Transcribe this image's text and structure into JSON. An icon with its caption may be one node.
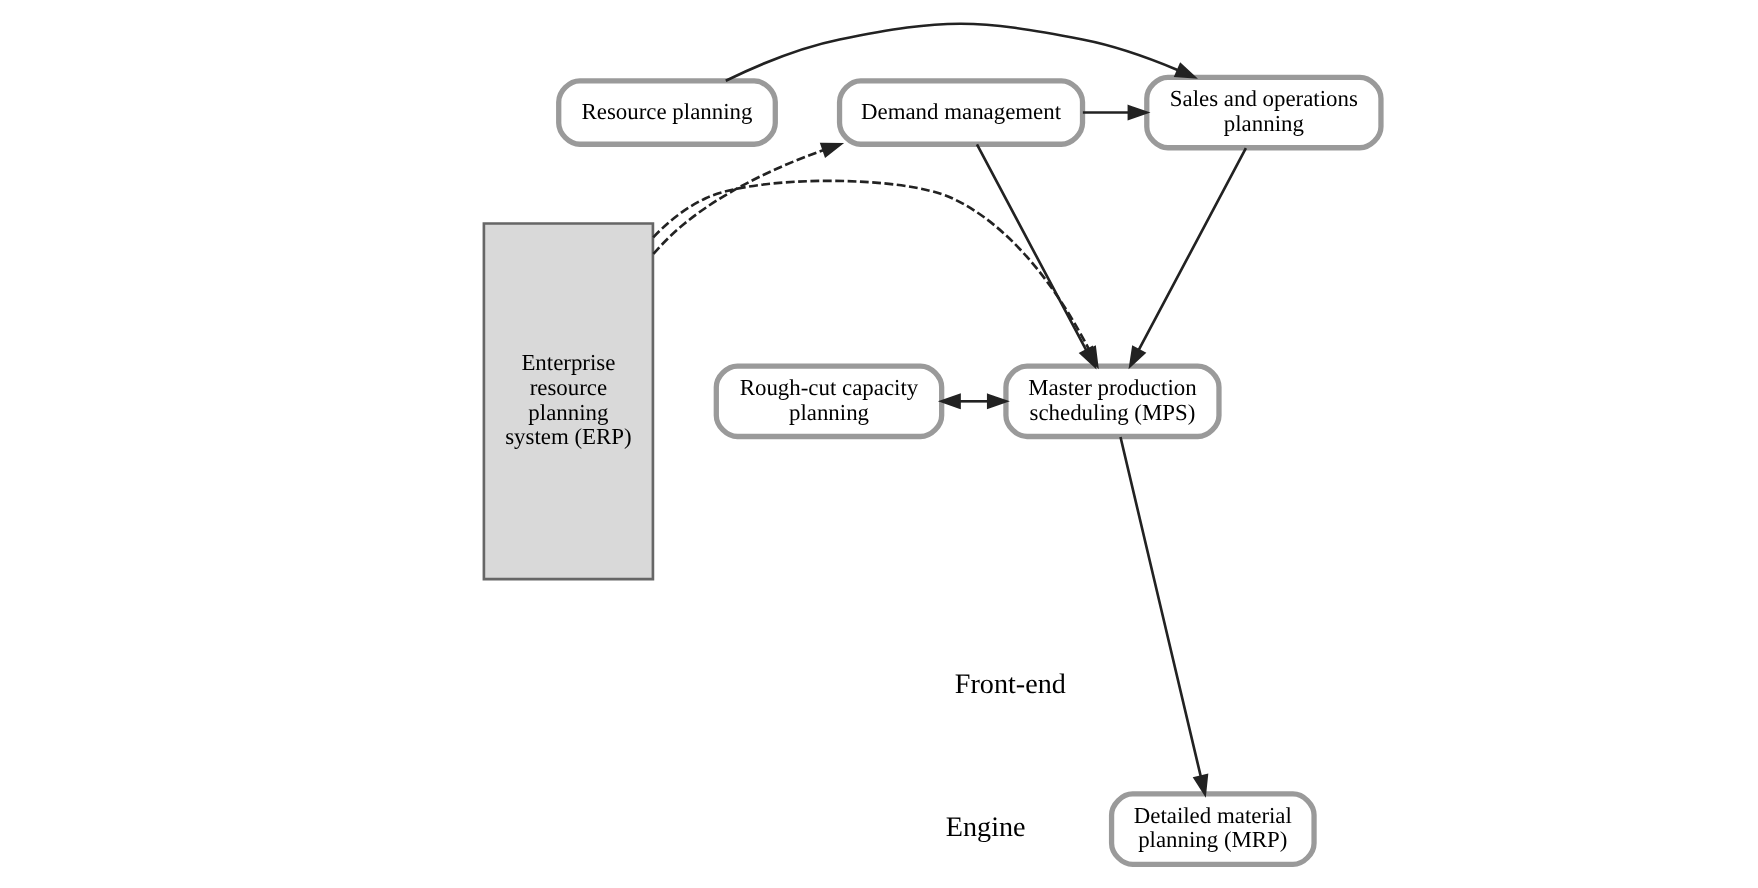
{
  "diagram": {
    "nodes": [
      {
        "text": [
          "Resource planning"
        ]
      },
      {
        "text": [
          "Sales and operations planning"
        ]
      },
      {
        "text": [
          "Demand management"
        ]
      },
      {
        "text": [
          "Rough-cut capacity planning"
        ]
      },
      {
        "text": [
          "Master production scheduling (MPS)"
        ]
      },
      {
        "text": [
          "Detailed material planning (MRP)"
        ]
      },
      {
        "text": [
          "Enterprise resource planning system (ERP)"
        ]
      }
    ],
    "edges": [
      {
        "from": 0,
        "to": 1,
        "arrow": "to"
      },
      {
        "from": 2,
        "to": 1,
        "arrow": "to"
      },
      {
        "from": 1,
        "to": 4,
        "arrow": "to"
      },
      {
        "from": 2,
        "to": 4,
        "arrow": "to"
      },
      {
        "from": 3,
        "to": 4,
        "arrow": "both"
      },
      {
        "from": 4,
        "to": 5,
        "arrow": "to"
      },
      {
        "from": 6,
        "to": 2,
        "arrow": "to",
        "style": "dashed"
      },
      {
        "from": 6,
        "to": 4,
        "arrow": "to",
        "style": "dashed"
      }
    ],
    "labels": [
      "Front-end",
      "Engine"
    ]
  }
}
